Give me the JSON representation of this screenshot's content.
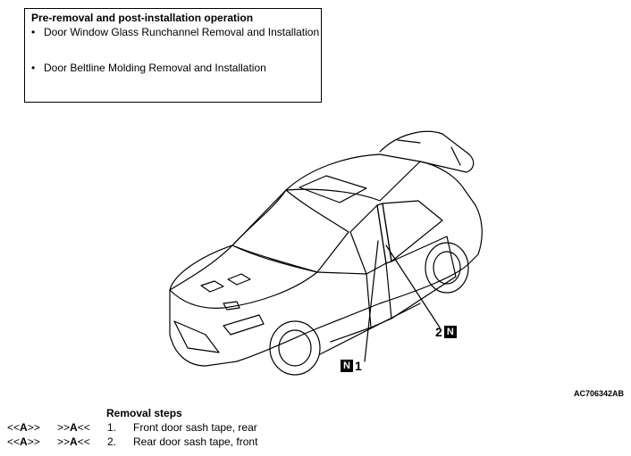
{
  "operation_box": {
    "title": "Pre-removal and post-installation operation",
    "items": [
      "Door Window Glass Runchannel Removal and Installation",
      "Door Beltline Molding Removal and Installation"
    ]
  },
  "callouts": {
    "item1": {
      "number": "1",
      "badge": "N"
    },
    "item2": {
      "number": "2",
      "badge": "N"
    }
  },
  "figure_code": "AC706342AB",
  "removal_steps": {
    "title": "Removal steps",
    "steps": [
      {
        "removal_pre": "<<",
        "removal_mark": "A",
        "removal_post": ">>",
        "install_pre": ">>",
        "install_mark": "A",
        "install_post": "<<",
        "number": "1.",
        "name": "Front door sash tape, rear"
      },
      {
        "removal_pre": "<<",
        "removal_mark": "A",
        "removal_post": ">>",
        "install_pre": ">>",
        "install_mark": "A",
        "install_post": "<<",
        "number": "2.",
        "name": "Rear door sash tape, front"
      }
    ]
  }
}
